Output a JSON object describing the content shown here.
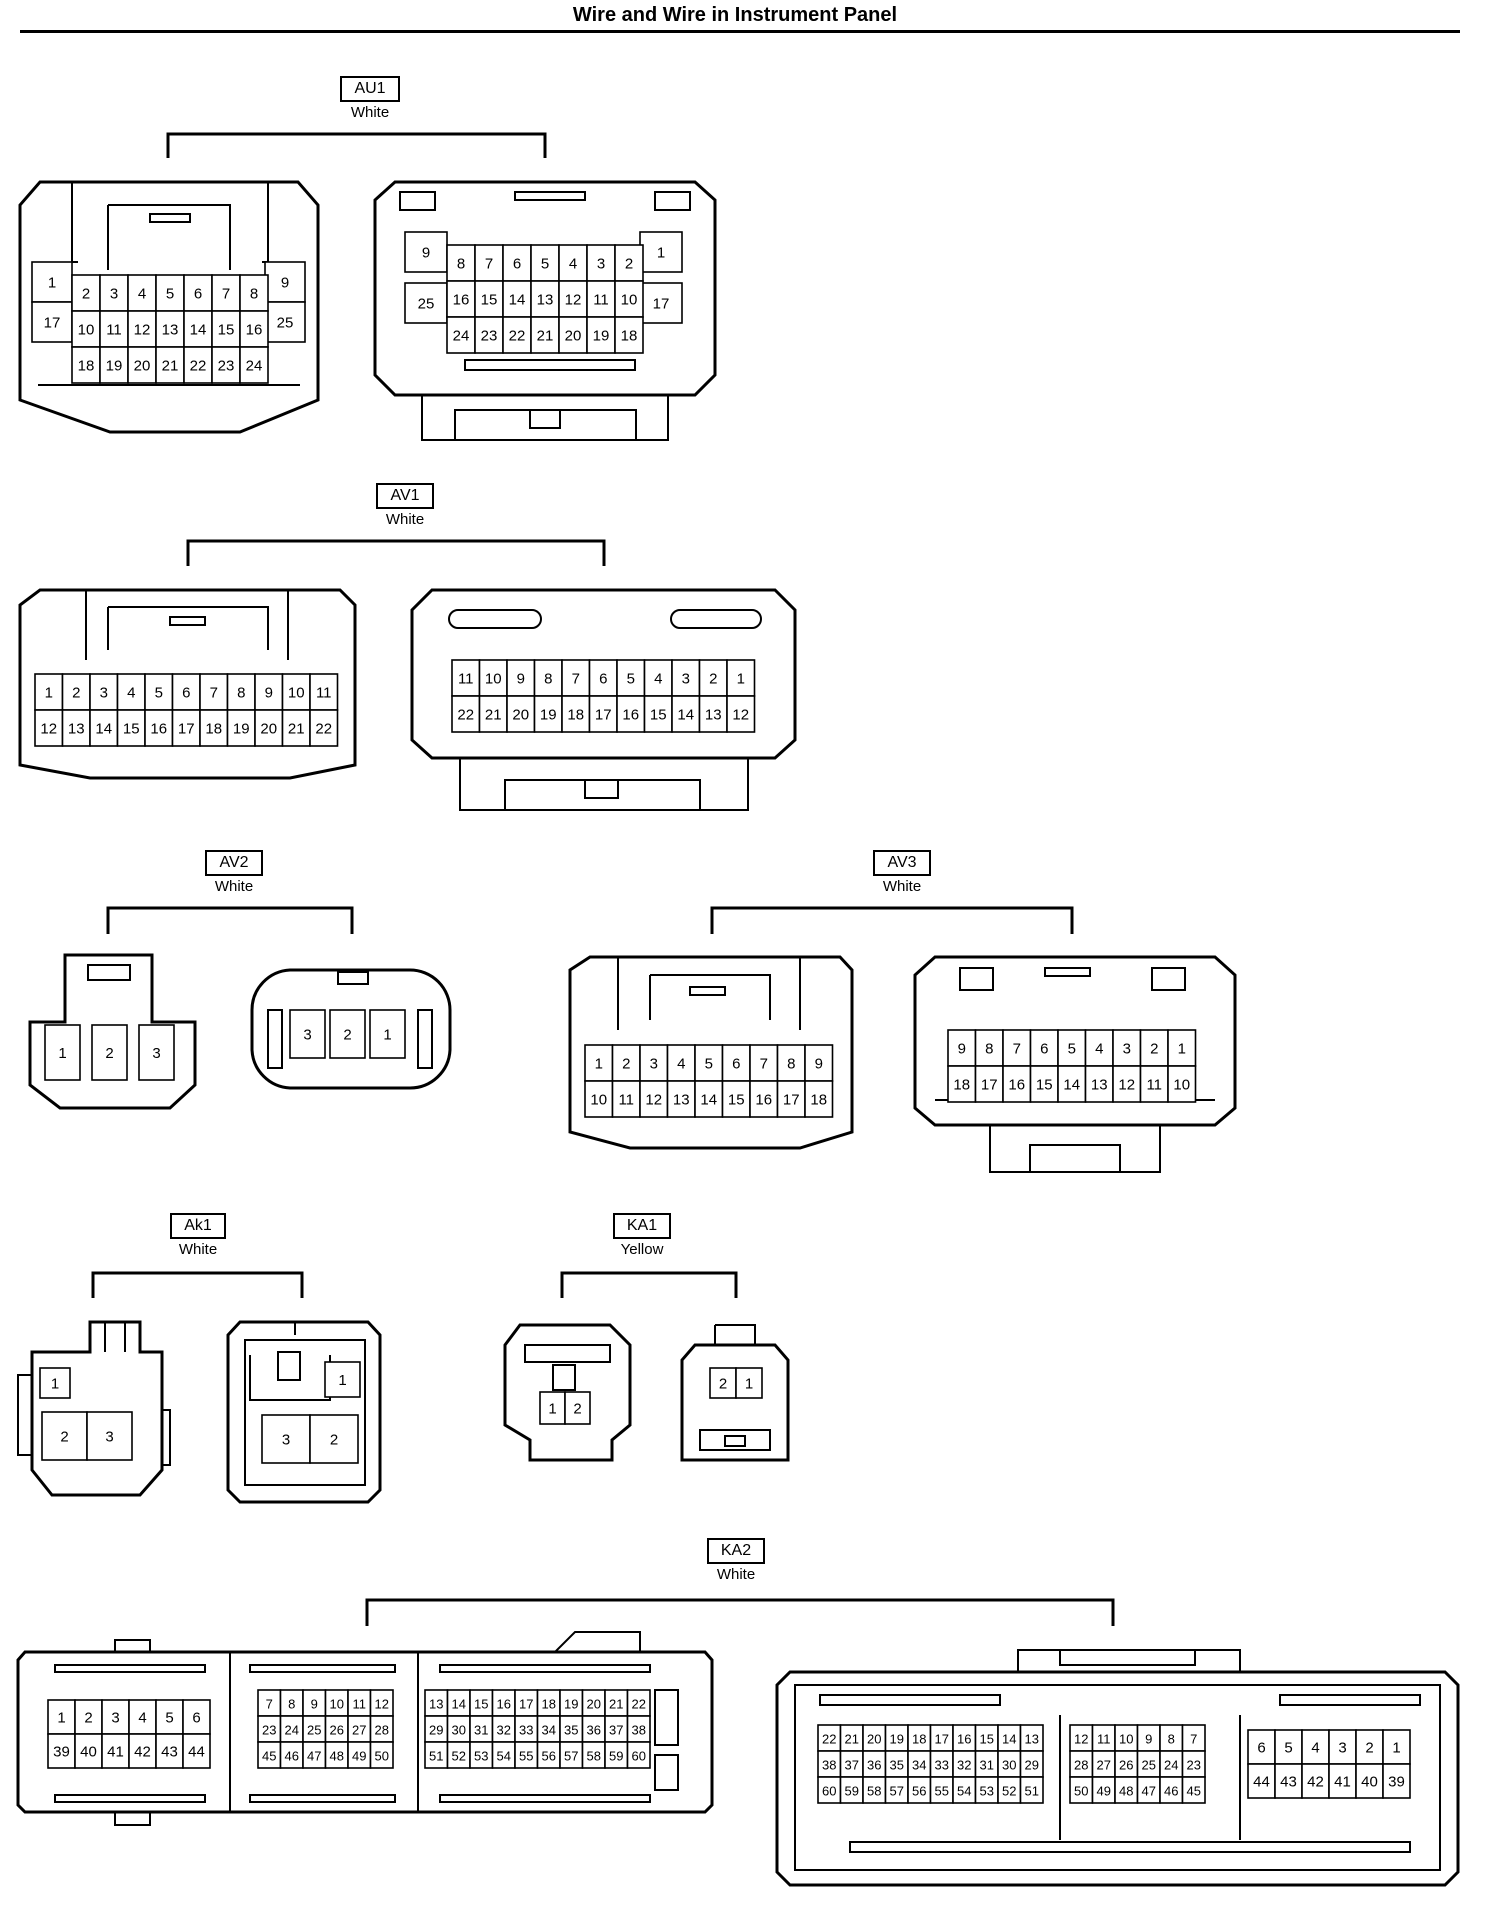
{
  "header": {
    "title": "Wire and Wire in Instrument Panel"
  },
  "connectors": [
    {
      "code": "AU1",
      "color": "White"
    },
    {
      "code": "AV1",
      "color": "White"
    },
    {
      "code": "AV2",
      "color": "White"
    },
    {
      "code": "AV3",
      "color": "White"
    },
    {
      "code": "Ak1",
      "color": "White"
    },
    {
      "code": "KA1",
      "color": "Yellow"
    },
    {
      "code": "KA2",
      "color": "White"
    }
  ],
  "pins": {
    "au1_left": [
      [
        "1",
        "2",
        "3",
        "4",
        "5",
        "6",
        "7",
        "8",
        "9"
      ],
      [
        "17",
        "10",
        "11",
        "12",
        "13",
        "14",
        "15",
        "16",
        "25"
      ],
      [
        "18",
        "19",
        "20",
        "21",
        "22",
        "23",
        "24"
      ]
    ],
    "au1_right": [
      [
        "9",
        "8",
        "7",
        "6",
        "5",
        "4",
        "3",
        "2",
        "1"
      ],
      [
        "25",
        "16",
        "15",
        "14",
        "13",
        "12",
        "11",
        "10",
        "17"
      ],
      [
        "24",
        "23",
        "22",
        "21",
        "20",
        "19",
        "18"
      ]
    ],
    "av1_left": [
      [
        "1",
        "2",
        "3",
        "4",
        "5",
        "6",
        "7",
        "8",
        "9",
        "10",
        "11"
      ],
      [
        "12",
        "13",
        "14",
        "15",
        "16",
        "17",
        "18",
        "19",
        "20",
        "21",
        "22"
      ]
    ],
    "av1_right": [
      [
        "11",
        "10",
        "9",
        "8",
        "7",
        "6",
        "5",
        "4",
        "3",
        "2",
        "1"
      ],
      [
        "22",
        "21",
        "20",
        "19",
        "18",
        "17",
        "16",
        "15",
        "14",
        "13",
        "12"
      ]
    ],
    "av2_left": [
      "1",
      "2",
      "3"
    ],
    "av2_right": [
      "3",
      "2",
      "1"
    ],
    "av3_left": [
      [
        "1",
        "2",
        "3",
        "4",
        "5",
        "6",
        "7",
        "8",
        "9"
      ],
      [
        "10",
        "11",
        "12",
        "13",
        "14",
        "15",
        "16",
        "17",
        "18"
      ]
    ],
    "av3_right": [
      [
        "9",
        "8",
        "7",
        "6",
        "5",
        "4",
        "3",
        "2",
        "1"
      ],
      [
        "18",
        "17",
        "16",
        "15",
        "14",
        "13",
        "12",
        "11",
        "10"
      ]
    ],
    "ak1_left": [
      "1",
      "2",
      "3"
    ],
    "ak1_right": [
      "1",
      "3",
      "2"
    ],
    "ka1_left": [
      "1",
      "2"
    ],
    "ka1_right": [
      "2",
      "1"
    ],
    "ka2_left_a": [
      [
        "1",
        "2",
        "3",
        "4",
        "5",
        "6"
      ],
      [
        "39",
        "40",
        "41",
        "42",
        "43",
        "44"
      ]
    ],
    "ka2_left_b": [
      [
        "7",
        "8",
        "9",
        "10",
        "11",
        "12"
      ],
      [
        "23",
        "24",
        "25",
        "26",
        "27",
        "28"
      ],
      [
        "45",
        "46",
        "47",
        "48",
        "49",
        "50"
      ]
    ],
    "ka2_left_c": [
      [
        "13",
        "14",
        "15",
        "16",
        "17",
        "18",
        "19",
        "20",
        "21",
        "22"
      ],
      [
        "29",
        "30",
        "31",
        "32",
        "33",
        "34",
        "35",
        "36",
        "37",
        "38"
      ],
      [
        "51",
        "52",
        "53",
        "54",
        "55",
        "56",
        "57",
        "58",
        "59",
        "60"
      ]
    ],
    "ka2_right_a": [
      [
        "22",
        "21",
        "20",
        "19",
        "18",
        "17",
        "16",
        "15",
        "14",
        "13"
      ],
      [
        "38",
        "37",
        "36",
        "35",
        "34",
        "33",
        "32",
        "31",
        "30",
        "29"
      ],
      [
        "60",
        "59",
        "58",
        "57",
        "56",
        "55",
        "54",
        "53",
        "52",
        "51"
      ]
    ],
    "ka2_right_b": [
      [
        "12",
        "11",
        "10",
        "9",
        "8",
        "7"
      ],
      [
        "28",
        "27",
        "26",
        "25",
        "24",
        "23"
      ],
      [
        "50",
        "49",
        "48",
        "47",
        "46",
        "45"
      ]
    ],
    "ka2_right_c": [
      [
        "6",
        "5",
        "4",
        "3",
        "2",
        "1"
      ],
      [
        "44",
        "43",
        "42",
        "41",
        "40",
        "39"
      ]
    ]
  }
}
